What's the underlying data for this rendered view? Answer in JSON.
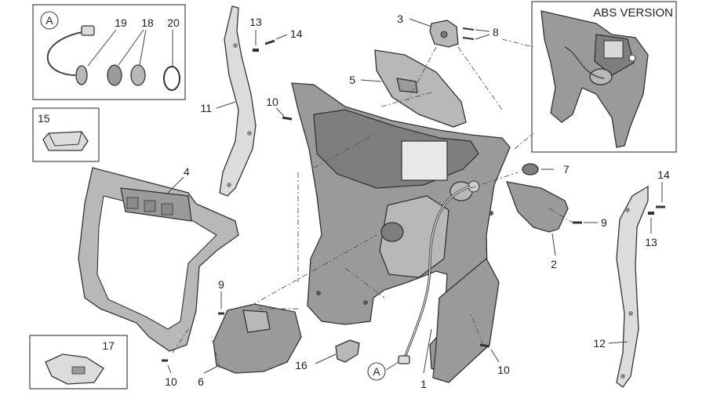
{
  "abs_label": "ABS VERSION",
  "callout_A": "A",
  "parts": {
    "p1": "1",
    "p2": "2",
    "p3": "3",
    "p4": "4",
    "p5": "5",
    "p6": "6",
    "p7": "7",
    "p8": "8",
    "p9a": "9",
    "p9b": "9",
    "p10a": "10",
    "p10b": "10",
    "p10c": "10",
    "p11": "11",
    "p12": "12",
    "p13a": "13",
    "p13b": "13",
    "p14a": "14",
    "p14b": "14",
    "p15": "15",
    "p16": "16",
    "p17": "17",
    "p18": "18",
    "p19": "19",
    "p20": "20"
  }
}
